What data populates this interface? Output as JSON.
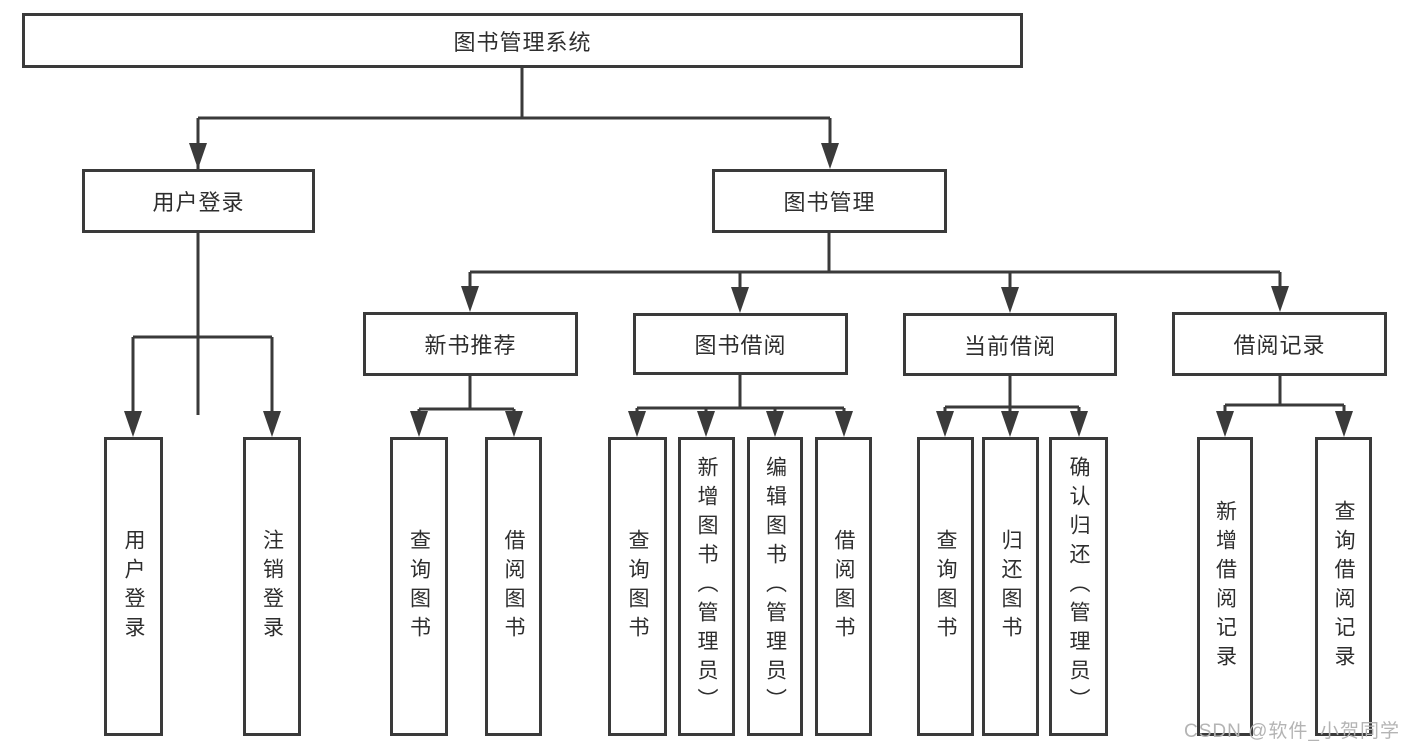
{
  "diagram": {
    "root": {
      "label": "图书管理系统"
    },
    "level2": [
      {
        "label": "用户登录"
      },
      {
        "label": "图书管理"
      }
    ],
    "level3": [
      {
        "label": "新书推荐"
      },
      {
        "label": "图书借阅"
      },
      {
        "label": "当前借阅"
      },
      {
        "label": "借阅记录"
      }
    ],
    "leaves": [
      {
        "label": "用户登录"
      },
      {
        "label": "注销登录"
      },
      {
        "label": "查询图书"
      },
      {
        "label": "借阅图书"
      },
      {
        "label": "查询图书"
      },
      {
        "label": "新增图书（管理员）"
      },
      {
        "label": "编辑图书（管理员）"
      },
      {
        "label": "借阅图书"
      },
      {
        "label": "查询图书"
      },
      {
        "label": "归还图书"
      },
      {
        "label": "确认归还（管理员）"
      },
      {
        "label": "新增借阅记录"
      },
      {
        "label": "查询借阅记录"
      }
    ]
  },
  "watermark": "CSDN @软件_小贺同学",
  "colors": {
    "line": "#3a3a3a",
    "box_fill": "#ffffff",
    "watermark_text": "#b4b4b4"
  }
}
